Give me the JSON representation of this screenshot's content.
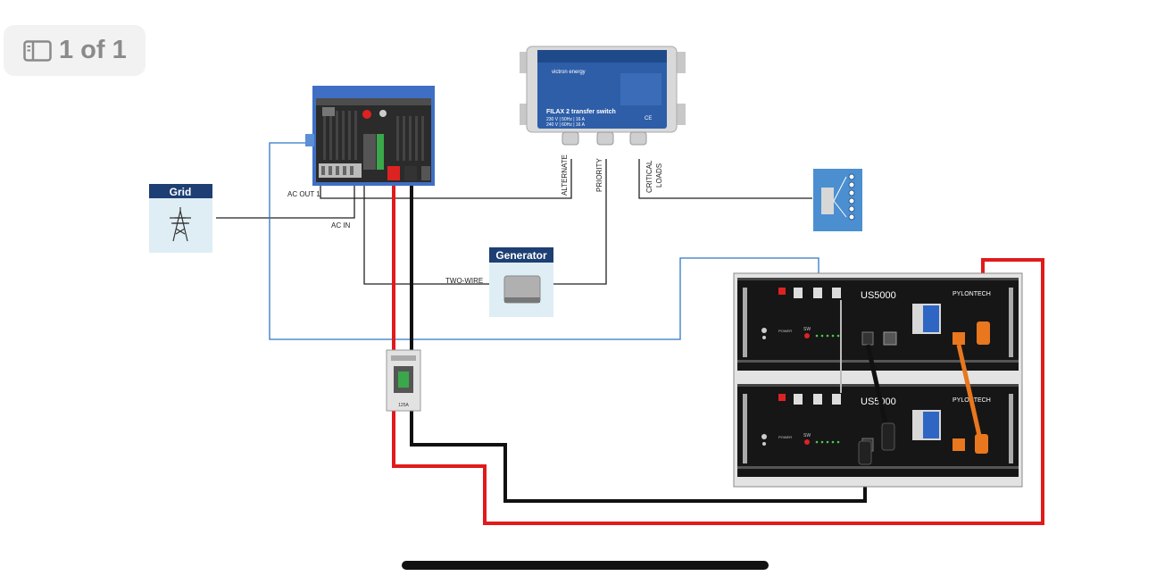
{
  "page_indicator": {
    "text": "1 of 1",
    "icon": "sidebar-panel-icon"
  },
  "labels": {
    "grid": "Grid",
    "generator": "Generator",
    "ac_out_1": "AC OUT 1",
    "ac_in": "AC IN",
    "two_wire": "TWO-WIRE",
    "alternate": "ALTERNATE",
    "priority": "PRIORITY",
    "critical_loads_1": "CRITICAL",
    "critical_loads_2": "LOADS"
  },
  "filax": {
    "brand": "victron energy",
    "title": "FILAX 2 transfer switch",
    "spec_1": "230 V | 50Hz | 16 A",
    "spec_2": "240 V | 60Hz | 16 A",
    "ce": "CE"
  },
  "battery": {
    "model": "US5000",
    "brand": "PYLONTECH",
    "sw": "SW",
    "power": "POWER"
  },
  "breaker": {
    "rating": "125A"
  },
  "colors": {
    "positive_cable": "#e01b1b",
    "negative_cable": "#111111",
    "orange_cable": "#e8771e",
    "comm_cable": "#2f78c4",
    "ac_wire": "#222222",
    "victron_blue": "#3f6fc4",
    "grid_bg": "#dfeef5",
    "grid_header": "#1d3f73"
  }
}
